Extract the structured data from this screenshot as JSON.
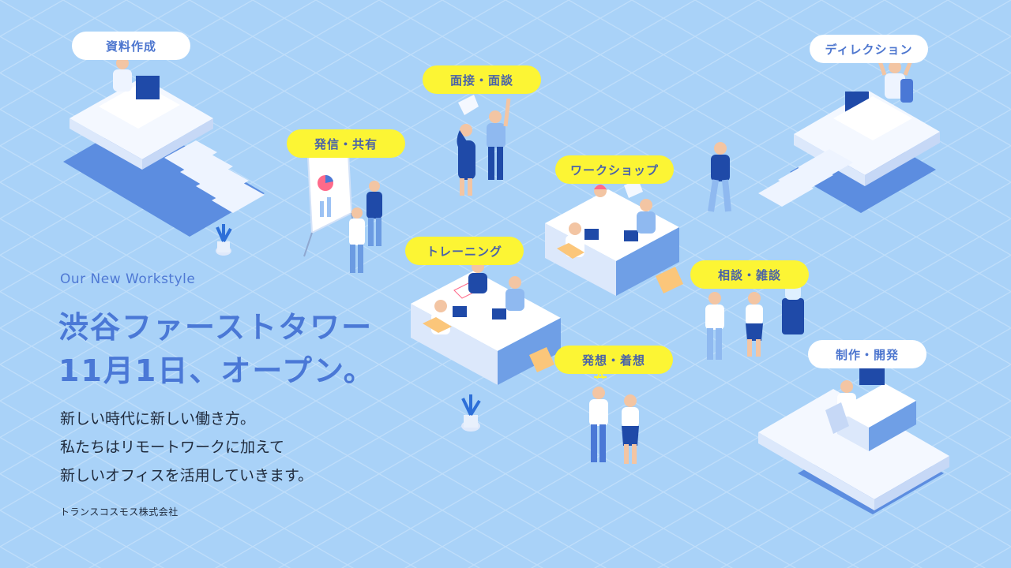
{
  "labels": [
    {
      "id": "shiryo",
      "text": "資料作成",
      "style": "white"
    },
    {
      "id": "mensetsu",
      "text": "面接・面談",
      "style": "yellow"
    },
    {
      "id": "direction",
      "text": "ディレクション",
      "style": "white"
    },
    {
      "id": "hasshin",
      "text": "発信・共有",
      "style": "yellow"
    },
    {
      "id": "workshop",
      "text": "ワークショップ",
      "style": "yellow"
    },
    {
      "id": "training",
      "text": "トレーニング",
      "style": "yellow"
    },
    {
      "id": "soudan",
      "text": "相談・雑談",
      "style": "yellow"
    },
    {
      "id": "seisaku",
      "text": "制作・開発",
      "style": "white"
    },
    {
      "id": "hassou",
      "text": "発想・着想",
      "style": "yellow"
    }
  ],
  "hero": {
    "subtitle": "Our New Workstyle",
    "headline_line1": "渋谷ファーストタワー",
    "headline_line2": "11月1日、オープン。",
    "body_line1": "新しい時代に新しい働き方。",
    "body_line2": "私たちはリモートワークに加えて",
    "body_line3": "新しいオフィスを活用していきます。",
    "company": "トランスコスモス株式会社"
  },
  "colors": {
    "background": "#a9d2f8",
    "label_yellow": "#fcf534",
    "label_white": "#ffffff",
    "accent_blue": "#4a78d6",
    "text_dark": "#1f2a3c"
  }
}
